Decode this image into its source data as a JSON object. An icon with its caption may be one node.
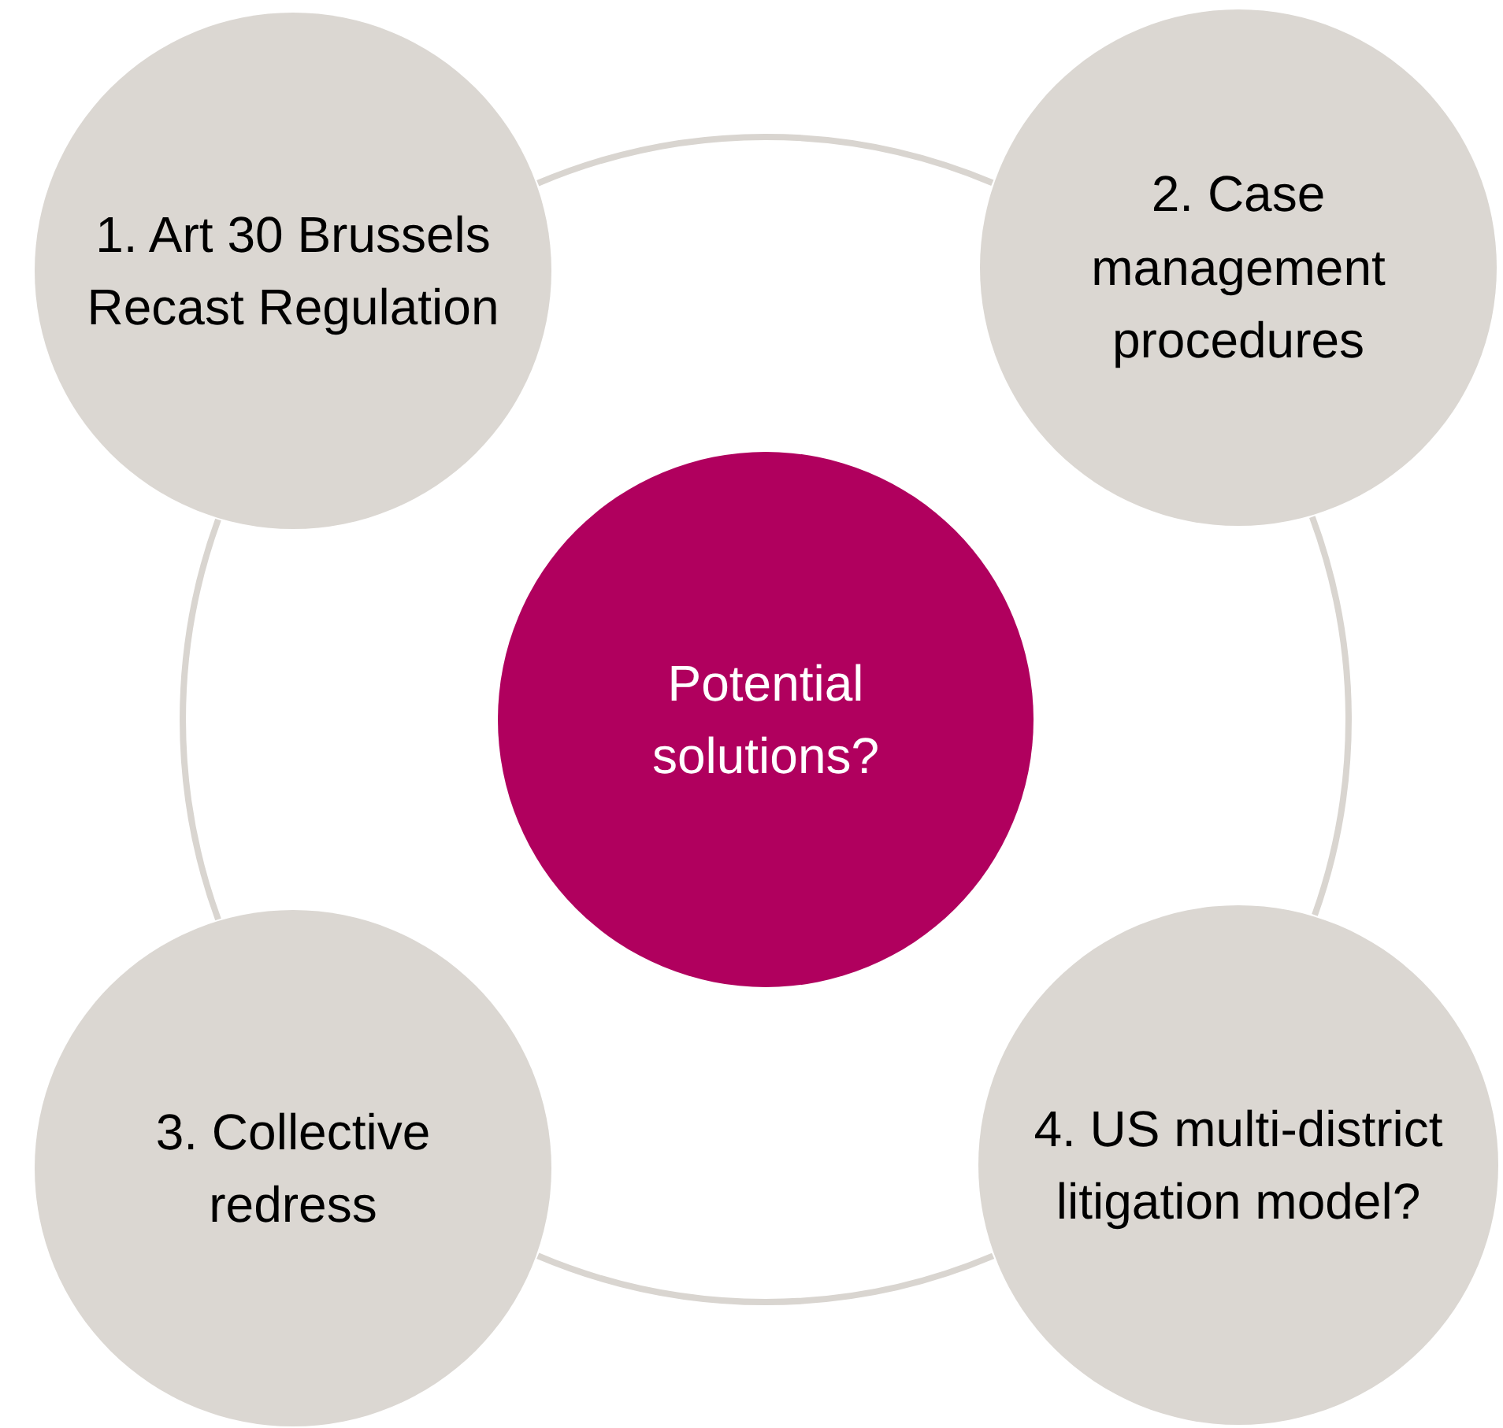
{
  "diagram": {
    "nodes": [
      {
        "text": [
          "1. Art 30 Brussels Recast Regulation"
        ]
      },
      {
        "text": [
          "2. Case management procedures"
        ]
      },
      {
        "text": [
          "Potential solutions?"
        ]
      },
      {
        "text": [
          "3. Collective redress"
        ]
      },
      {
        "text": [
          "4. US multi-district litigation model?"
        ]
      }
    ],
    "edges": [
      {
        "from": 0,
        "to": 1,
        "arrow": "none"
      },
      {
        "from": 1,
        "to": 4,
        "arrow": "none"
      },
      {
        "from": 4,
        "to": 3,
        "arrow": "none"
      },
      {
        "from": 3,
        "to": 0,
        "arrow": "none"
      }
    ]
  }
}
